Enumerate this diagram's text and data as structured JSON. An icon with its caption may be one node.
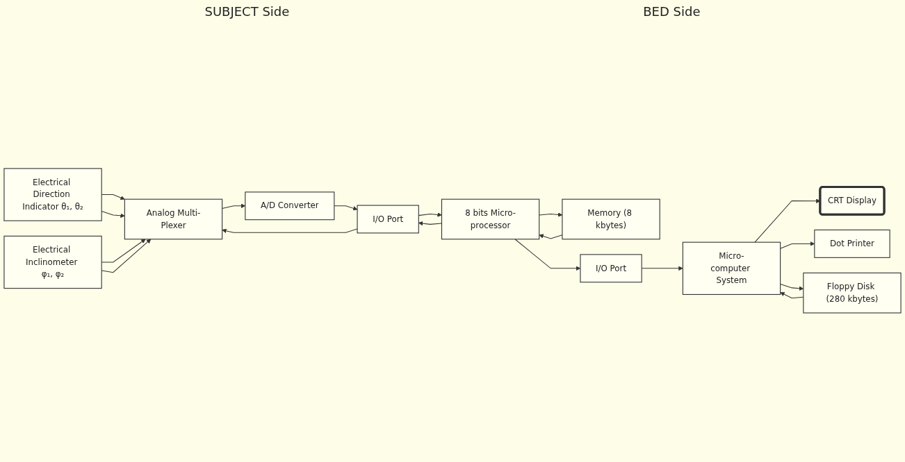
{
  "diagram": {
    "nodes": [
      {
        "text": [
          "Electrical Direction Indicator θ₁, θ₂"
        ]
      },
      {
        "text": [
          "Electrical Inclinometer φ₁, φ₂"
        ]
      },
      {
        "text": [
          "Analog Multi-Plexer"
        ]
      },
      {
        "text": [
          "A/D Converter"
        ]
      },
      {
        "text": [
          "I/O Port"
        ]
      },
      {
        "text": [
          "Memory (8 kbytes)"
        ]
      },
      {
        "text": [
          "8 bits Micro-processor"
        ]
      },
      {
        "text": [
          "I/O Port"
        ]
      },
      {
        "text": [
          "CRT Display"
        ]
      },
      {
        "text": [
          "Micro-computer System"
        ]
      },
      {
        "text": [
          "Dot Printer"
        ]
      },
      {
        "text": [
          "Floppy Disk (280 kbytes)"
        ]
      }
    ],
    "edges": [
      {
        "from": 0,
        "to": 2,
        "arrow": "to"
      },
      {
        "from": 0,
        "to": 2,
        "arrow": "to"
      },
      {
        "from": 1,
        "to": 2,
        "arrow": "to"
      },
      {
        "from": 1,
        "to": 2,
        "arrow": "to"
      },
      {
        "from": 2,
        "to": 3,
        "arrow": "to"
      },
      {
        "from": 3,
        "to": 4,
        "arrow": "to"
      },
      {
        "from": 4,
        "to": 6,
        "arrow": "to"
      },
      {
        "from": 5,
        "to": 6,
        "arrow": "to"
      },
      {
        "from": 6,
        "to": 5,
        "arrow": "to"
      },
      {
        "from": 6,
        "to": 7,
        "arrow": "to"
      },
      {
        "from": 7,
        "to": 9,
        "arrow": "to"
      },
      {
        "from": 9,
        "to": 8,
        "arrow": "to"
      },
      {
        "from": 9,
        "to": 10,
        "arrow": "to"
      },
      {
        "from": 11,
        "to": 9,
        "arrow": "to"
      },
      {
        "from": 9,
        "to": 11,
        "arrow": "to"
      },
      {
        "from": 6,
        "to": 4,
        "arrow": "to"
      },
      {
        "from": 4,
        "to": 2,
        "arrow": "to"
      }
    ],
    "labels": [
      "SUBJECT Side",
      "BED Side"
    ]
  }
}
